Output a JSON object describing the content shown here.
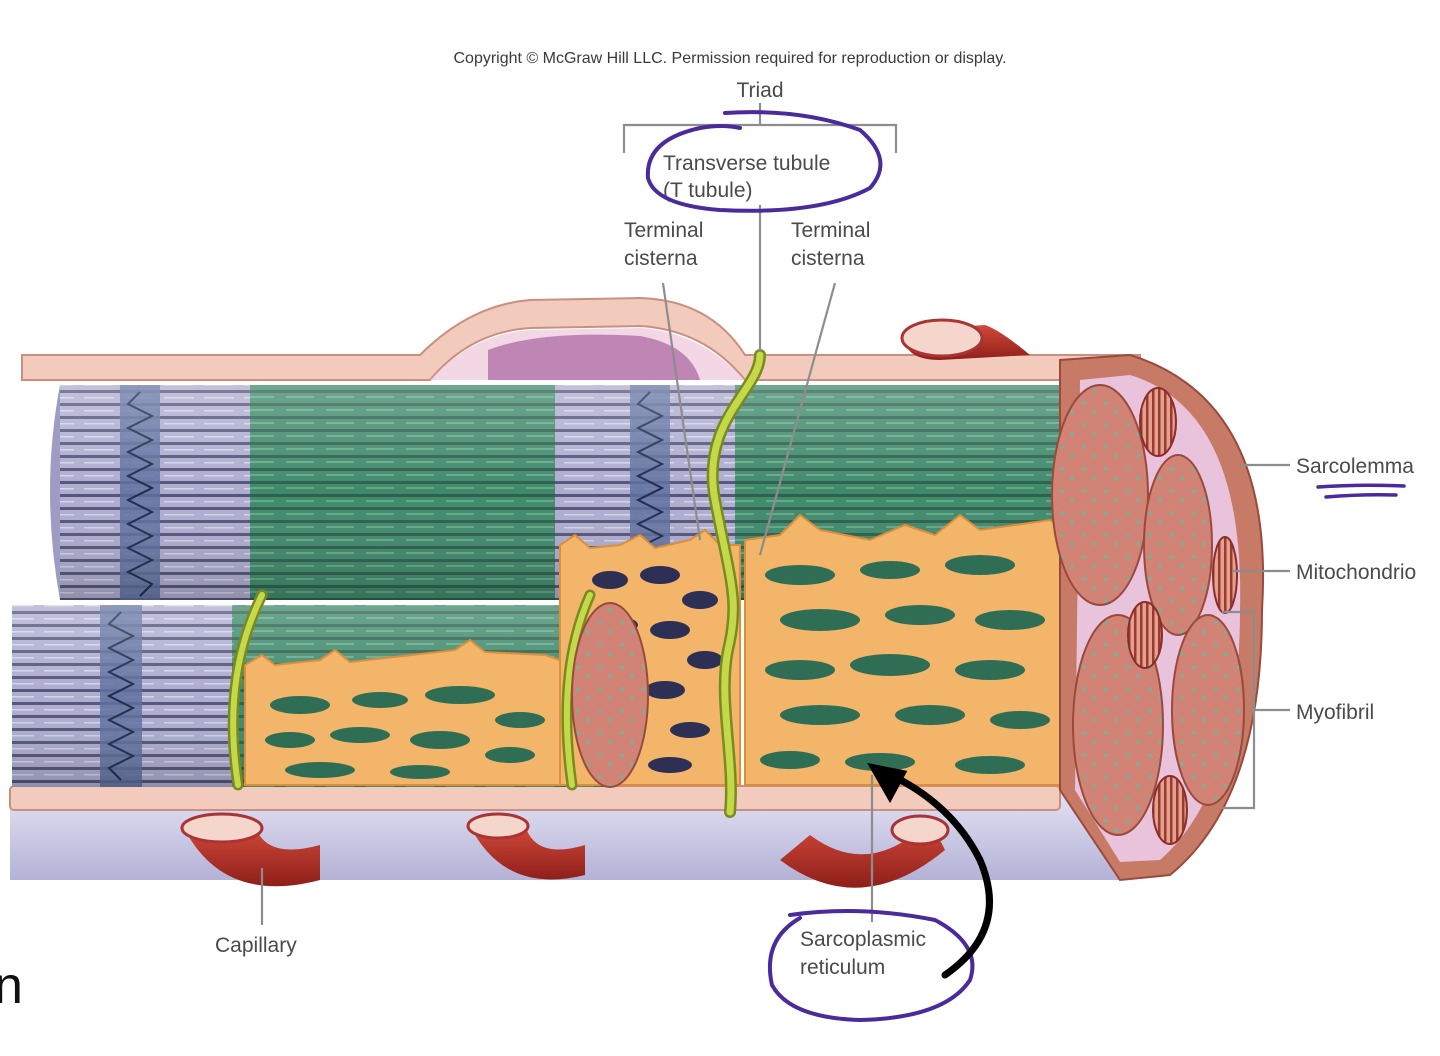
{
  "copyright": "Copyright © McGraw Hill LLC. Permission required for reproduction or display.",
  "labels": {
    "triad": "Triad",
    "t_tubule_line1": "Transverse tubule",
    "t_tubule_line2": "(T tubule)",
    "terminal_cisterna_left_1": "Terminal",
    "terminal_cisterna_left_2": "cisterna",
    "terminal_cisterna_right_1": "Terminal",
    "terminal_cisterna_right_2": "cisterna",
    "sarcolemma": "Sarcolemma",
    "mitochondrion": "Mitochondrio",
    "myofibril": "Myofibril",
    "capillary": "Capillary",
    "sr_line1": "Sarcoplasmic",
    "sr_line2": "reticulum",
    "edge_fragment": "n"
  },
  "colors": {
    "myofibril_green": "#3f8a6c",
    "myofibril_purple": "#a9a7cc",
    "z_disc_blue": "#5d6f9e",
    "sarcoplasmic_reticulum": "#f3b56a",
    "t_tubule": "#c4d94a",
    "sarcolemma": "#f2c7b8",
    "capillary_red": "#c0392b",
    "annotation_ink": "#4b2a9c"
  }
}
